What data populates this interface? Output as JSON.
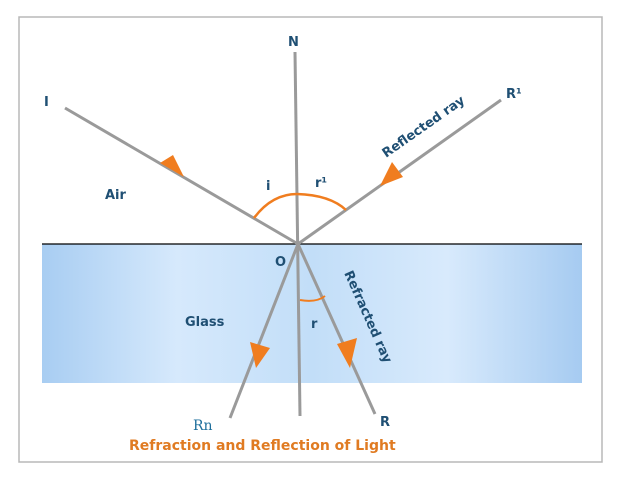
{
  "diagram": {
    "title": "Refraction and Reflection of Light",
    "labels": {
      "normal": "N",
      "incident": "I",
      "reflected_point": "R¹",
      "point_o": "O",
      "refracted_point": "R",
      "rn_point": "Rn",
      "angle_i": "i",
      "angle_r1": "r¹",
      "angle_r": "r",
      "medium_air": "Air",
      "medium_glass": "Glass",
      "reflected_ray": "Reflected ray",
      "refracted_ray": "Refracted ray"
    },
    "colors": {
      "ray": "#9a9a9a",
      "arrow": "#f07d1f",
      "angle_arc": "#f07d1f",
      "glass_light": "#d2e7fb",
      "glass_dark": "#a5cbf2",
      "text": "#1f4f73",
      "title": "#e07b22"
    }
  }
}
